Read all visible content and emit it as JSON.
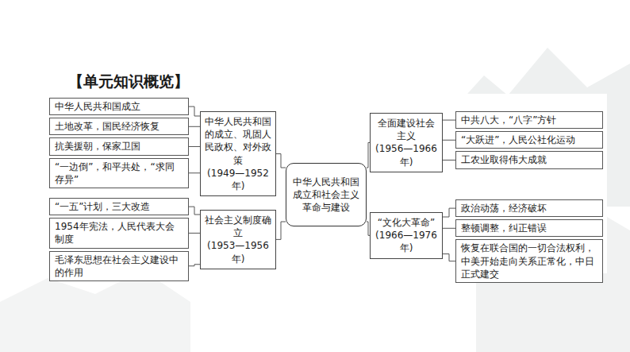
{
  "diagram": {
    "title": "【单元知识概览】",
    "nodes": [
      {
        "text": [
          "中华人民共和国成立"
        ]
      },
      {
        "text": [
          "土地改革，国民经济恢复"
        ]
      },
      {
        "text": [
          "抗美援朝，保家卫国"
        ]
      },
      {
        "text": [
          "“一边倒”，和平共处，“求同存异”"
        ]
      },
      {
        "text": [
          "中华人民共和国的成立、巩固人民政权、对外政策",
          "(1949—1952年)"
        ]
      },
      {
        "text": [
          "“一五”计划，三大改造"
        ]
      },
      {
        "text": [
          "1954年宪法，人民代表大会制度"
        ]
      },
      {
        "text": [
          "毛泽东思想在社会主义建设中的作用"
        ]
      },
      {
        "text": [
          "社会主义制度确立",
          "(1953—1956年)"
        ]
      },
      {
        "text": [
          "中华人民共和国成立和社会主义革命与建设"
        ]
      },
      {
        "text": [
          "全面建设社会主义",
          "(1956—1966年)"
        ]
      },
      {
        "text": [
          "中共八大，“八字”方针"
        ]
      },
      {
        "text": [
          "“大跃进”，人民公社化运动"
        ]
      },
      {
        "text": [
          "工农业取得伟大成就"
        ]
      },
      {
        "text": [
          "“文化大革命”",
          "(1966—1976年)"
        ]
      },
      {
        "text": [
          "政治动荡，经济破坏"
        ]
      },
      {
        "text": [
          "整顿调整，纠正错误"
        ]
      },
      {
        "text": [
          "恢复在联合国的一切合法权利，中美开始走向关系正常化，中日正式建交"
        ]
      }
    ],
    "edges": [
      {
        "from": 9,
        "to": 4,
        "arrow": "none"
      },
      {
        "from": 9,
        "to": 8,
        "arrow": "none"
      },
      {
        "from": 9,
        "to": 10,
        "arrow": "none"
      },
      {
        "from": 9,
        "to": 14,
        "arrow": "none"
      },
      {
        "from": 4,
        "to": 0,
        "arrow": "none"
      },
      {
        "from": 4,
        "to": 1,
        "arrow": "none"
      },
      {
        "from": 4,
        "to": 2,
        "arrow": "none"
      },
      {
        "from": 4,
        "to": 3,
        "arrow": "none"
      },
      {
        "from": 8,
        "to": 5,
        "arrow": "none"
      },
      {
        "from": 8,
        "to": 6,
        "arrow": "none"
      },
      {
        "from": 8,
        "to": 7,
        "arrow": "none"
      },
      {
        "from": 10,
        "to": 11,
        "arrow": "none"
      },
      {
        "from": 10,
        "to": 12,
        "arrow": "none"
      },
      {
        "from": 10,
        "to": 13,
        "arrow": "none"
      },
      {
        "from": 14,
        "to": 15,
        "arrow": "none"
      },
      {
        "from": 14,
        "to": 16,
        "arrow": "none"
      },
      {
        "from": 14,
        "to": 17,
        "arrow": "none"
      }
    ]
  }
}
